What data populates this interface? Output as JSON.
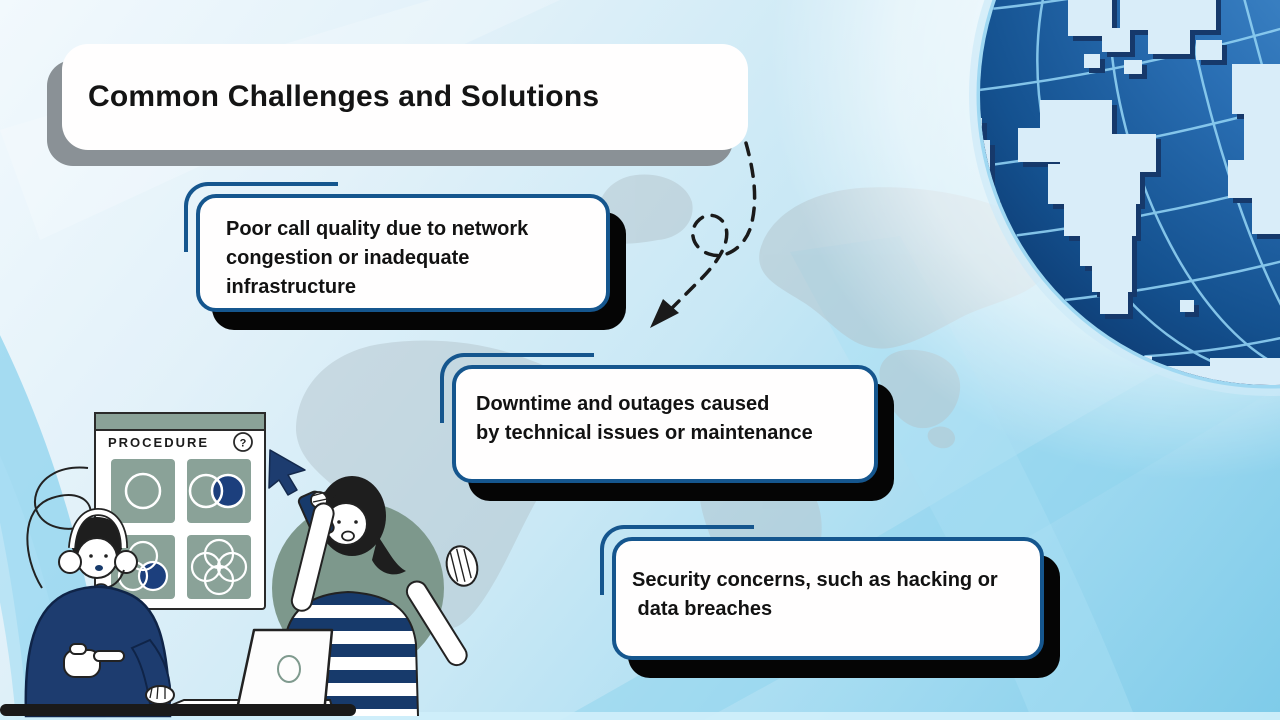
{
  "slide": {
    "title": "Common Challenges and Solutions"
  },
  "callouts": [
    {
      "id": "poor-call-quality",
      "lines": [
        "Poor call quality due to network",
        "congestion or inadequate",
        "infrastructure"
      ]
    },
    {
      "id": "downtime-outages",
      "lines": [
        "Downtime and outages caused",
        "by technical issues or maintenance"
      ]
    },
    {
      "id": "security-concerns",
      "lines": [
        "Security concerns, such as hacking or",
        " data breaches"
      ]
    }
  ],
  "illustration": {
    "procedure_label": "PROCEDURE",
    "procedure_help": "?"
  },
  "icons": [
    "dashed-arrow-icon",
    "cursor-icon",
    "help-icon",
    "globe-illustration",
    "world-map"
  ],
  "colors": {
    "accent_blue_border": "#15568e",
    "callout_shadow": "#050505",
    "title_shadow_gray": "#8a9196",
    "navy": "#1d3c6f",
    "sage_green": "#8aa298",
    "sage_circle": "#7d988c",
    "globe_ocean_dark": "#0d3a71",
    "globe_ocean_light": "#4e96d4",
    "globe_land": "#d9edf9",
    "globe_grid": "#8fd0f2",
    "background_top": "#f2f9fd",
    "background_bottom": "#7ecbe9"
  }
}
